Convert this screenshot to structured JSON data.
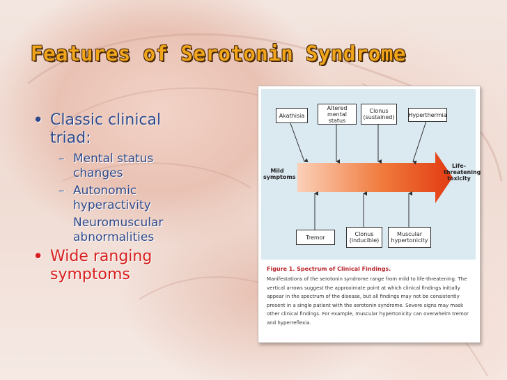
{
  "slide": {
    "title": "Features of Serotonin Syndrome",
    "bullets": [
      {
        "text": "Classic clinical triad:",
        "sub": [
          "Mental status changes",
          "Autonomic hyperactivity",
          "Neuromuscular abnormalities"
        ]
      },
      {
        "text": "Wide ranging symptoms"
      }
    ],
    "bullet_marker": "•",
    "sub_marker": "–"
  },
  "figure": {
    "top_boxes": [
      {
        "label": "Akathisia"
      },
      {
        "label": "Altered mental status"
      },
      {
        "label": "Clonus (sustained)"
      },
      {
        "label": "Hyperthermia"
      }
    ],
    "bottom_boxes": [
      {
        "label": "Tremor"
      },
      {
        "label": "Clonus (inducible)"
      },
      {
        "label": "Muscular hypertonicity"
      }
    ],
    "left_label": "Mild symptoms",
    "right_label": "Life-threatening toxicity",
    "caption_title": "Figure 1. Spectrum of Clinical Findings.",
    "caption_body": "Manifestations of the serotonin syndrome range from mild to life-threatening. The vertical arrows suggest the approximate point at which clinical findings initially appear in the spectrum of the disease, but all findings may not be consistently present in a single patient with the serotonin syndrome. Severe signs may mask other clinical findings. For example, muscular hypertonicity can overwhelm tremor and hyperreflexia."
  },
  "colors": {
    "title": "#f1a51a",
    "bullet_text": "#2f4a8a",
    "highlight": "#d81e1e",
    "figure_bg": "#dbe9f1",
    "arrow_start": "#fbd0b8",
    "arrow_end": "#e23a12"
  }
}
